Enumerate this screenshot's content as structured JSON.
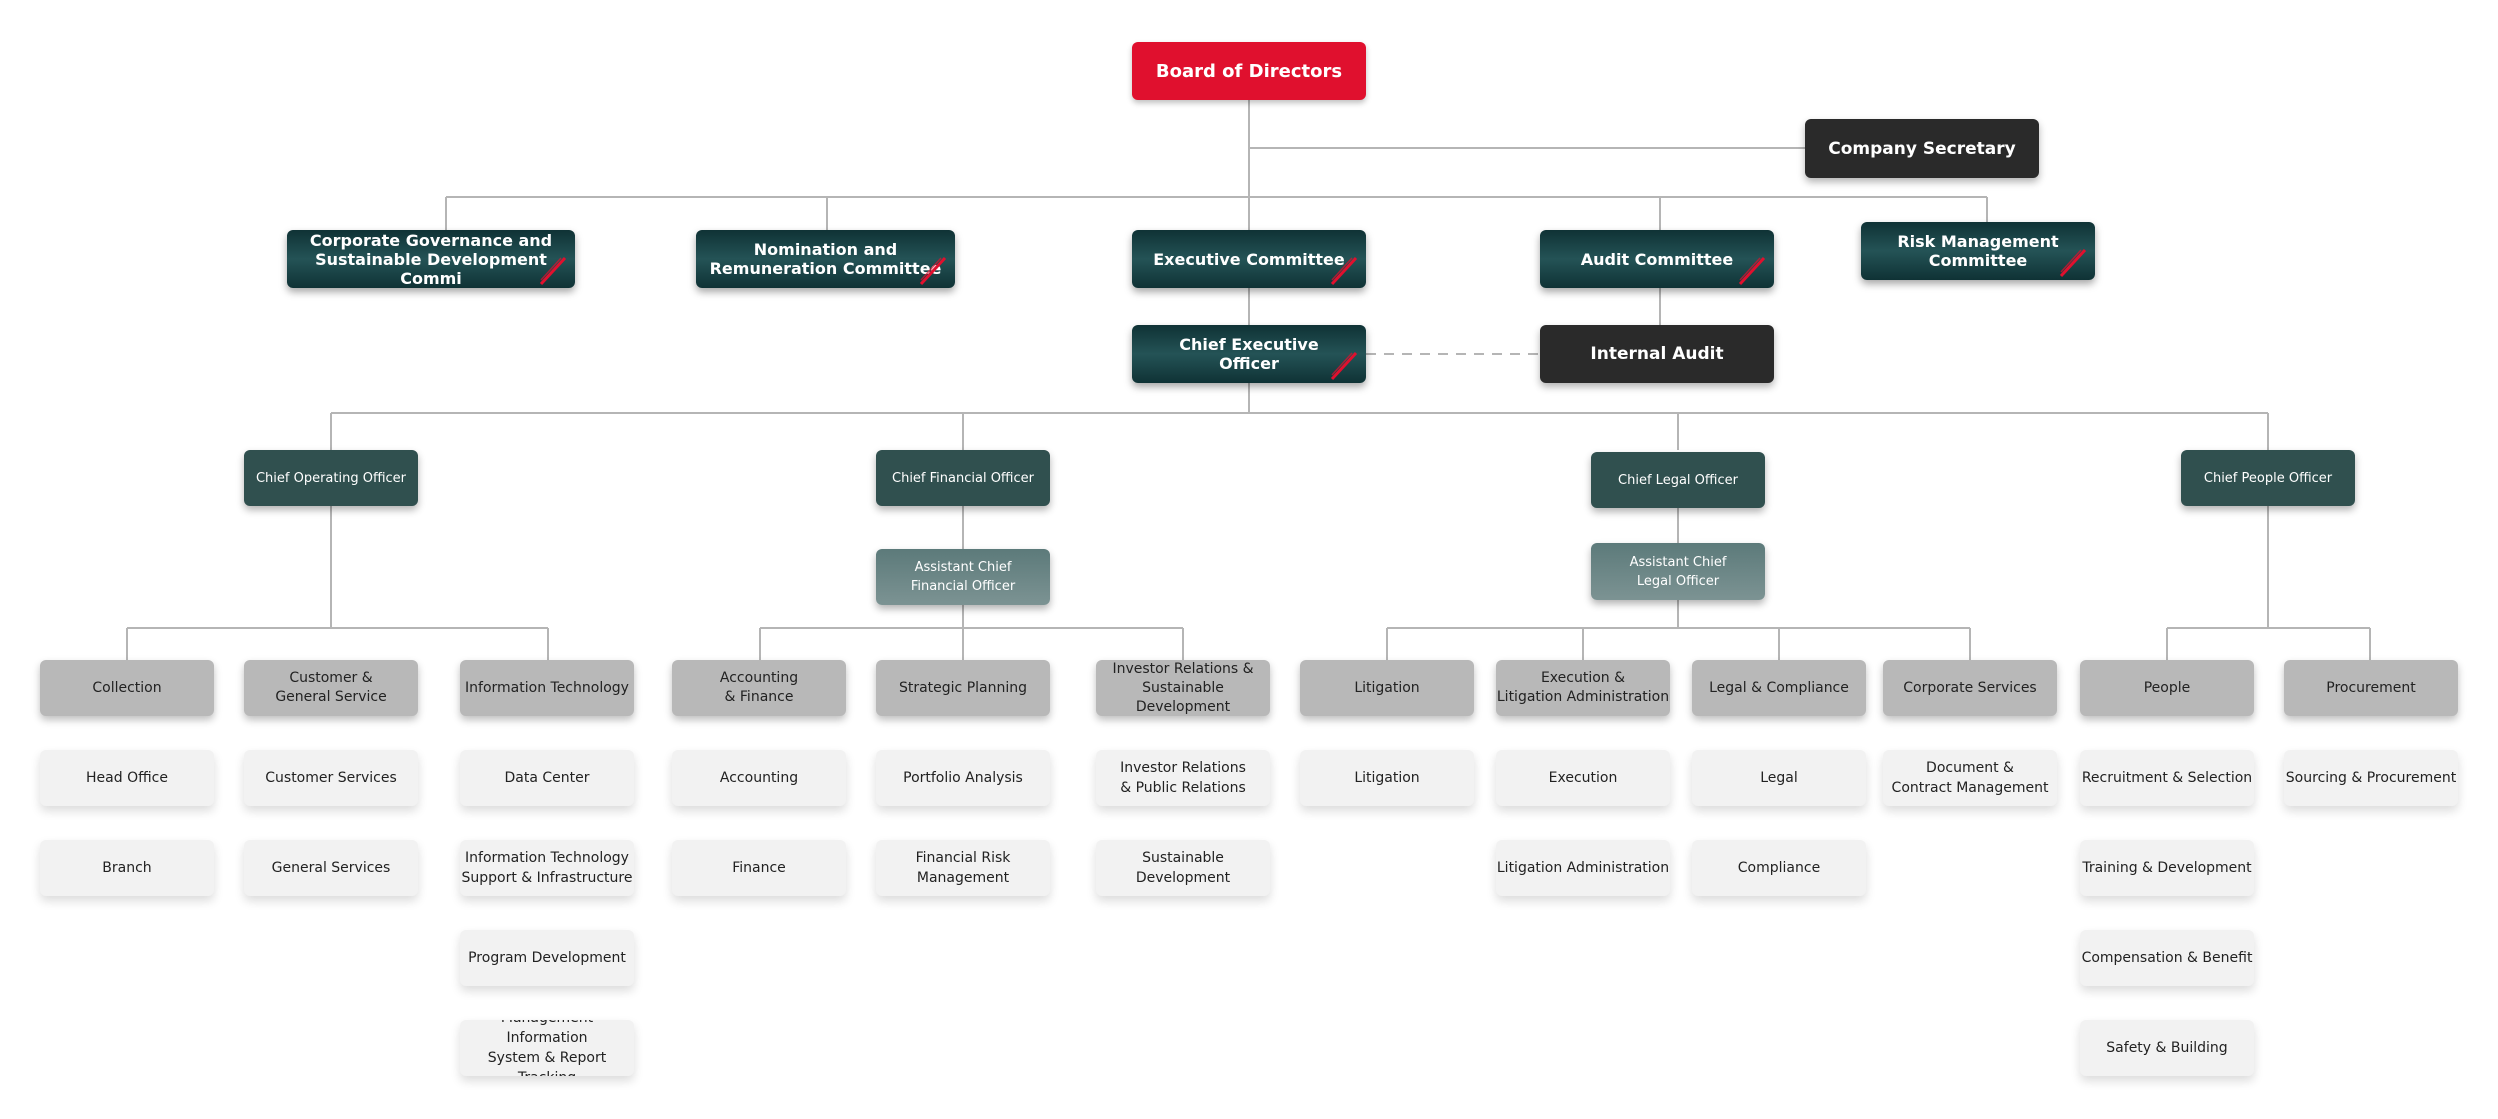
{
  "board": "Board of Directors",
  "company_secretary": "Company Secretary",
  "committees": {
    "cg": "Corporate Governance and\nSustainable Development Commi",
    "nom": "Nomination and\nRemuneration Committee",
    "exec": "Executive Committee",
    "audit": "Audit Committee",
    "risk": "Risk Management\nCommittee"
  },
  "ceo": "Chief Executive\nOfficer",
  "internal_audit": "Internal Audit",
  "officers": {
    "coo": "Chief Operating Officer",
    "cfo": "Chief Financial Officer",
    "clo": "Chief Legal Officer",
    "cpo": "Chief People Officer"
  },
  "assistants": {
    "acfo": "Assistant Chief\nFinancial Officer",
    "aclo": "Assistant Chief\nLegal Officer"
  },
  "departments": {
    "collection": "Collection",
    "customer_general": "Customer &\nGeneral Service",
    "it": "Information Technology",
    "accounting_finance": "Accounting\n& Finance",
    "strategic_planning": "Strategic Planning",
    "investor_relations": "Investor Relations &\nSustainable Development",
    "litigation": "Litigation",
    "execution_litigation": "Execution &\nLitigation Administration",
    "legal_compliance": "Legal & Compliance",
    "corporate_services": "Corporate Services",
    "people": "People",
    "procurement": "Procurement"
  },
  "units": {
    "head_office": "Head Office",
    "branch": "Branch",
    "customer_services": "Customer Services",
    "general_services": "General Services",
    "data_center": "Data Center",
    "it_support": "Information Technology\nSupport & Infrastructure",
    "program_development": "Program Development",
    "mis": "Management Information\nSystem & Report Tracking",
    "accounting": "Accounting",
    "finance": "Finance",
    "portfolio_analysis": "Portfolio Analysis",
    "financial_risk": "Financial Risk\nManagement",
    "ir_pr": "Investor Relations\n& Public Relations",
    "sustainable_development": "Sustainable Development",
    "litigation_unit": "Litigation",
    "execution": "Execution",
    "litigation_admin": "Litigation Administration",
    "legal": "Legal",
    "compliance": "Compliance",
    "document_contract": "Document &\nContract Management",
    "recruitment": "Recruitment & Selection",
    "training": "Training & Development",
    "compensation": "Compensation & Benefit",
    "safety": "Safety & Building",
    "sourcing": "Sourcing & Procurement"
  },
  "colors": {
    "board": "#e0102e",
    "committee": "#163c3f",
    "officer": "#30504f",
    "assistant": "#6f8888",
    "department": "#b8b8b8",
    "unit": "#f2f2f2",
    "black_box": "#2a2a2a",
    "connector": "#b5b5b5"
  }
}
